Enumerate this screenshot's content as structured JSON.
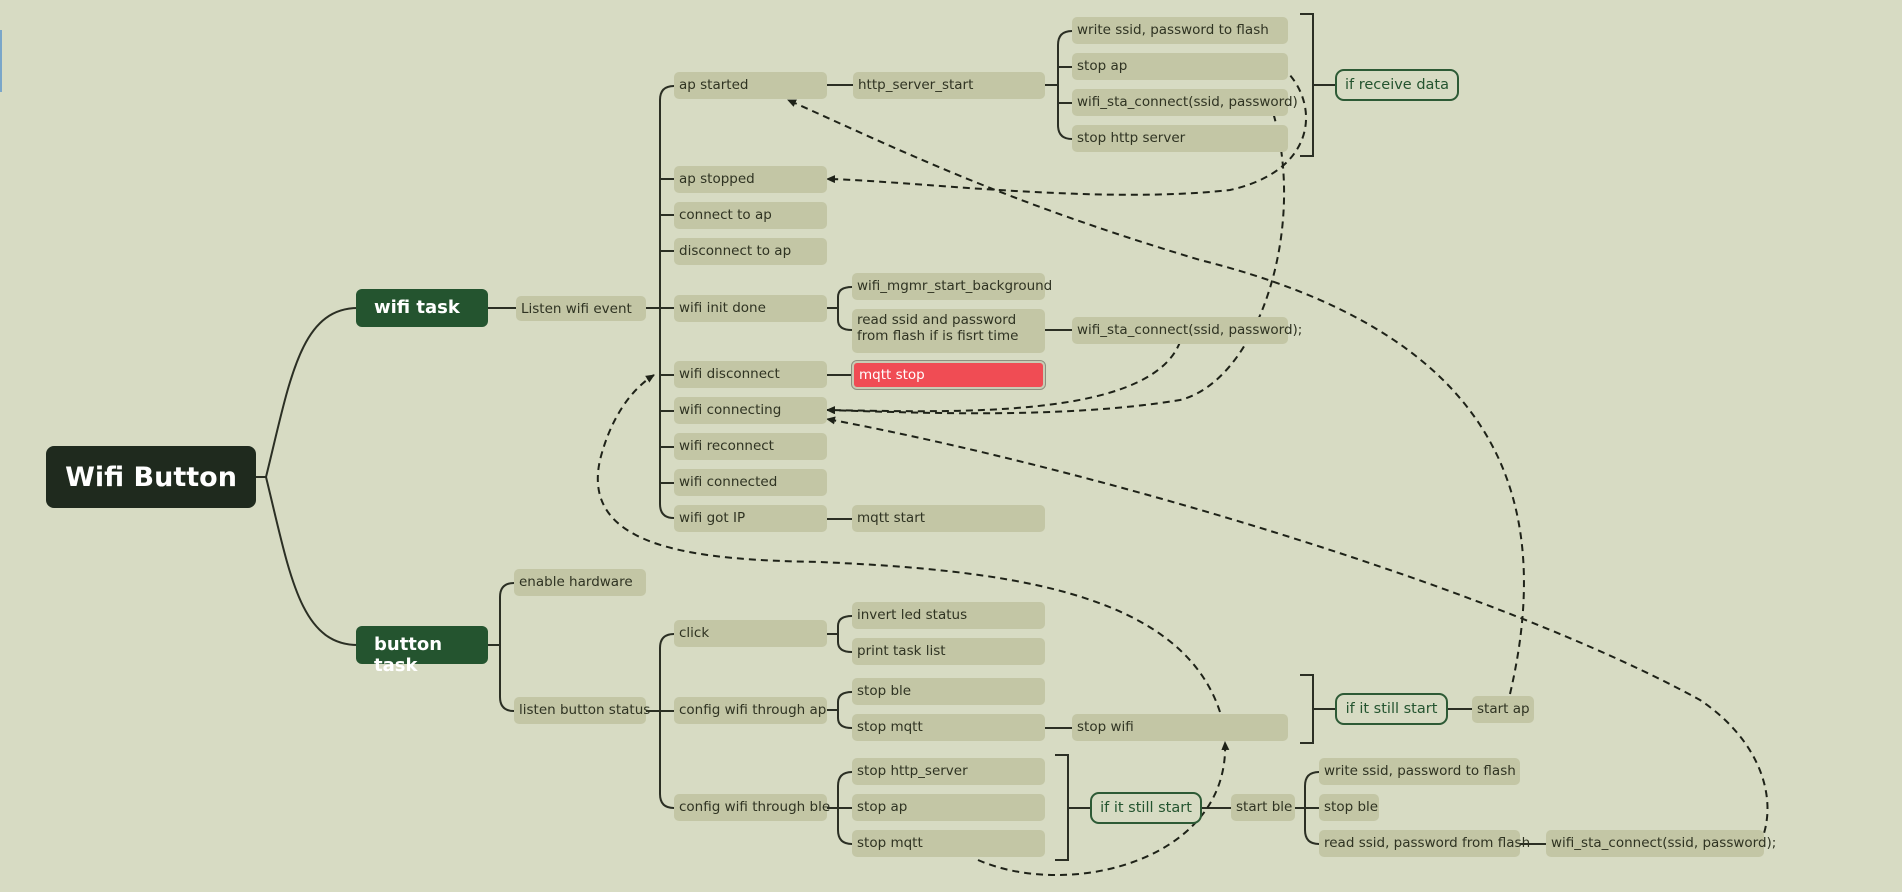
{
  "root": {
    "label": "Wifi Button"
  },
  "wifi_task": {
    "label": "wifi task",
    "listen": "Listen wifi event",
    "events": {
      "ap_started": "ap started",
      "ap_stopped": "ap stopped",
      "connect_to_ap": "connect to ap",
      "disconnect_to_ap": "disconnect to ap",
      "wifi_init_done": "wifi init done",
      "wifi_disconnect": "wifi disconnect",
      "wifi_connecting": "wifi connecting",
      "wifi_reconnect": "wifi reconnect",
      "wifi_connected": "wifi connected",
      "wifi_got_ip": "wifi got IP"
    },
    "http_server_start": "http_server_start",
    "receive_actions": [
      "write ssid, password to flash",
      "stop ap",
      "wifi_sta_connect(ssid, password)",
      "stop http server"
    ],
    "if_receive_data": "if receive data",
    "init_actions": {
      "start_background": "wifi_mgmr_start_background",
      "read_flash": "read ssid and password from flash if is fisrt time",
      "sta_connect": "wifi_sta_connect(ssid, password);"
    },
    "mqtt_stop": "mqtt stop",
    "mqtt_start": "mqtt start"
  },
  "button_task": {
    "label": "button task",
    "enable_hardware": "enable hardware",
    "listen_button_status": "listen button status",
    "click": "click",
    "click_actions": [
      "invert led status",
      "print task list"
    ],
    "config_ap": "config wifi through ap",
    "config_ap_actions": [
      "stop ble",
      "stop mqtt"
    ],
    "stop_wifi": "stop wifi",
    "if_still_start_ap": "if it still start",
    "start_ap": "start ap",
    "config_ble": "config wifi through ble",
    "config_ble_actions": [
      "stop http_server",
      "stop ap",
      "stop mqtt"
    ],
    "if_still_start_ble": "if it still start",
    "start_ble": "start ble",
    "ble_actions": [
      "write ssid, password to flash",
      "stop ble",
      "read ssid, password from flash"
    ],
    "ble_sta_connect": "wifi_sta_connect(ssid, password);"
  },
  "colors": {
    "background": "#d7dbc3",
    "root": "#1f2a1e",
    "main_topic": "#24542f",
    "node": "#c3c6a5",
    "alert": "#f04c54",
    "line": "#2b2f24"
  }
}
